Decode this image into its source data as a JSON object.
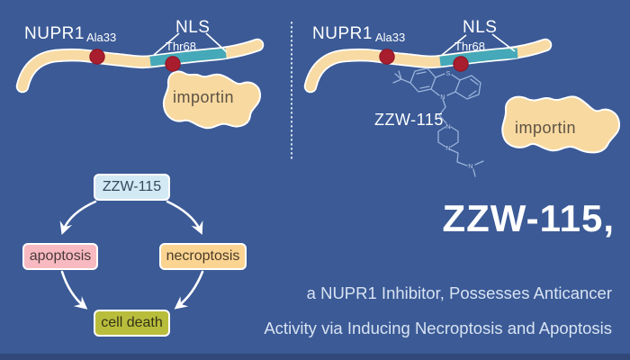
{
  "colors": {
    "background": "#3b5a96",
    "footer_bar": "#324878",
    "ribbon_tan": "#f8dba4",
    "nls_teal": "#45a9b9",
    "phospho_red": "#a81e2e",
    "importin_tan": "#f8d9a0",
    "chem_blue": "#9ab4da",
    "arrow_white": "#ffffff",
    "subtitle_text": "#d8e3f2"
  },
  "panel_left": {
    "protein": "NUPR1",
    "site_ala": "Ala33",
    "region": "NLS",
    "site_thr": "Thr68",
    "partner": "importin"
  },
  "panel_right": {
    "protein": "NUPR1",
    "site_ala": "Ala33",
    "region": "NLS",
    "site_thr": "Thr68",
    "partner": "importin",
    "inhibitor": "ZZW-115"
  },
  "chem": {
    "atoms": [
      "S",
      "N",
      "N",
      "N",
      "N"
    ]
  },
  "flow": {
    "nodes": [
      {
        "label": "ZZW-115",
        "fill": "#d3e9f3",
        "text_color": "#34495e"
      },
      {
        "label": "apoptosis",
        "fill": "#f8b9c0",
        "text_color": "#4a3a3a"
      },
      {
        "label": "necroptosis",
        "fill": "#fbd492",
        "text_color": "#4a3a28"
      },
      {
        "label": "cell death",
        "fill": "#b9bd3c",
        "text_color": "#343416"
      }
    ]
  },
  "headline": {
    "title": "ZZW-115,",
    "subtitle_line1": "a NUPR1 Inhibitor, Possesses Anticancer",
    "subtitle_line2": "Activity via Inducing Necroptosis and Apoptosis"
  }
}
